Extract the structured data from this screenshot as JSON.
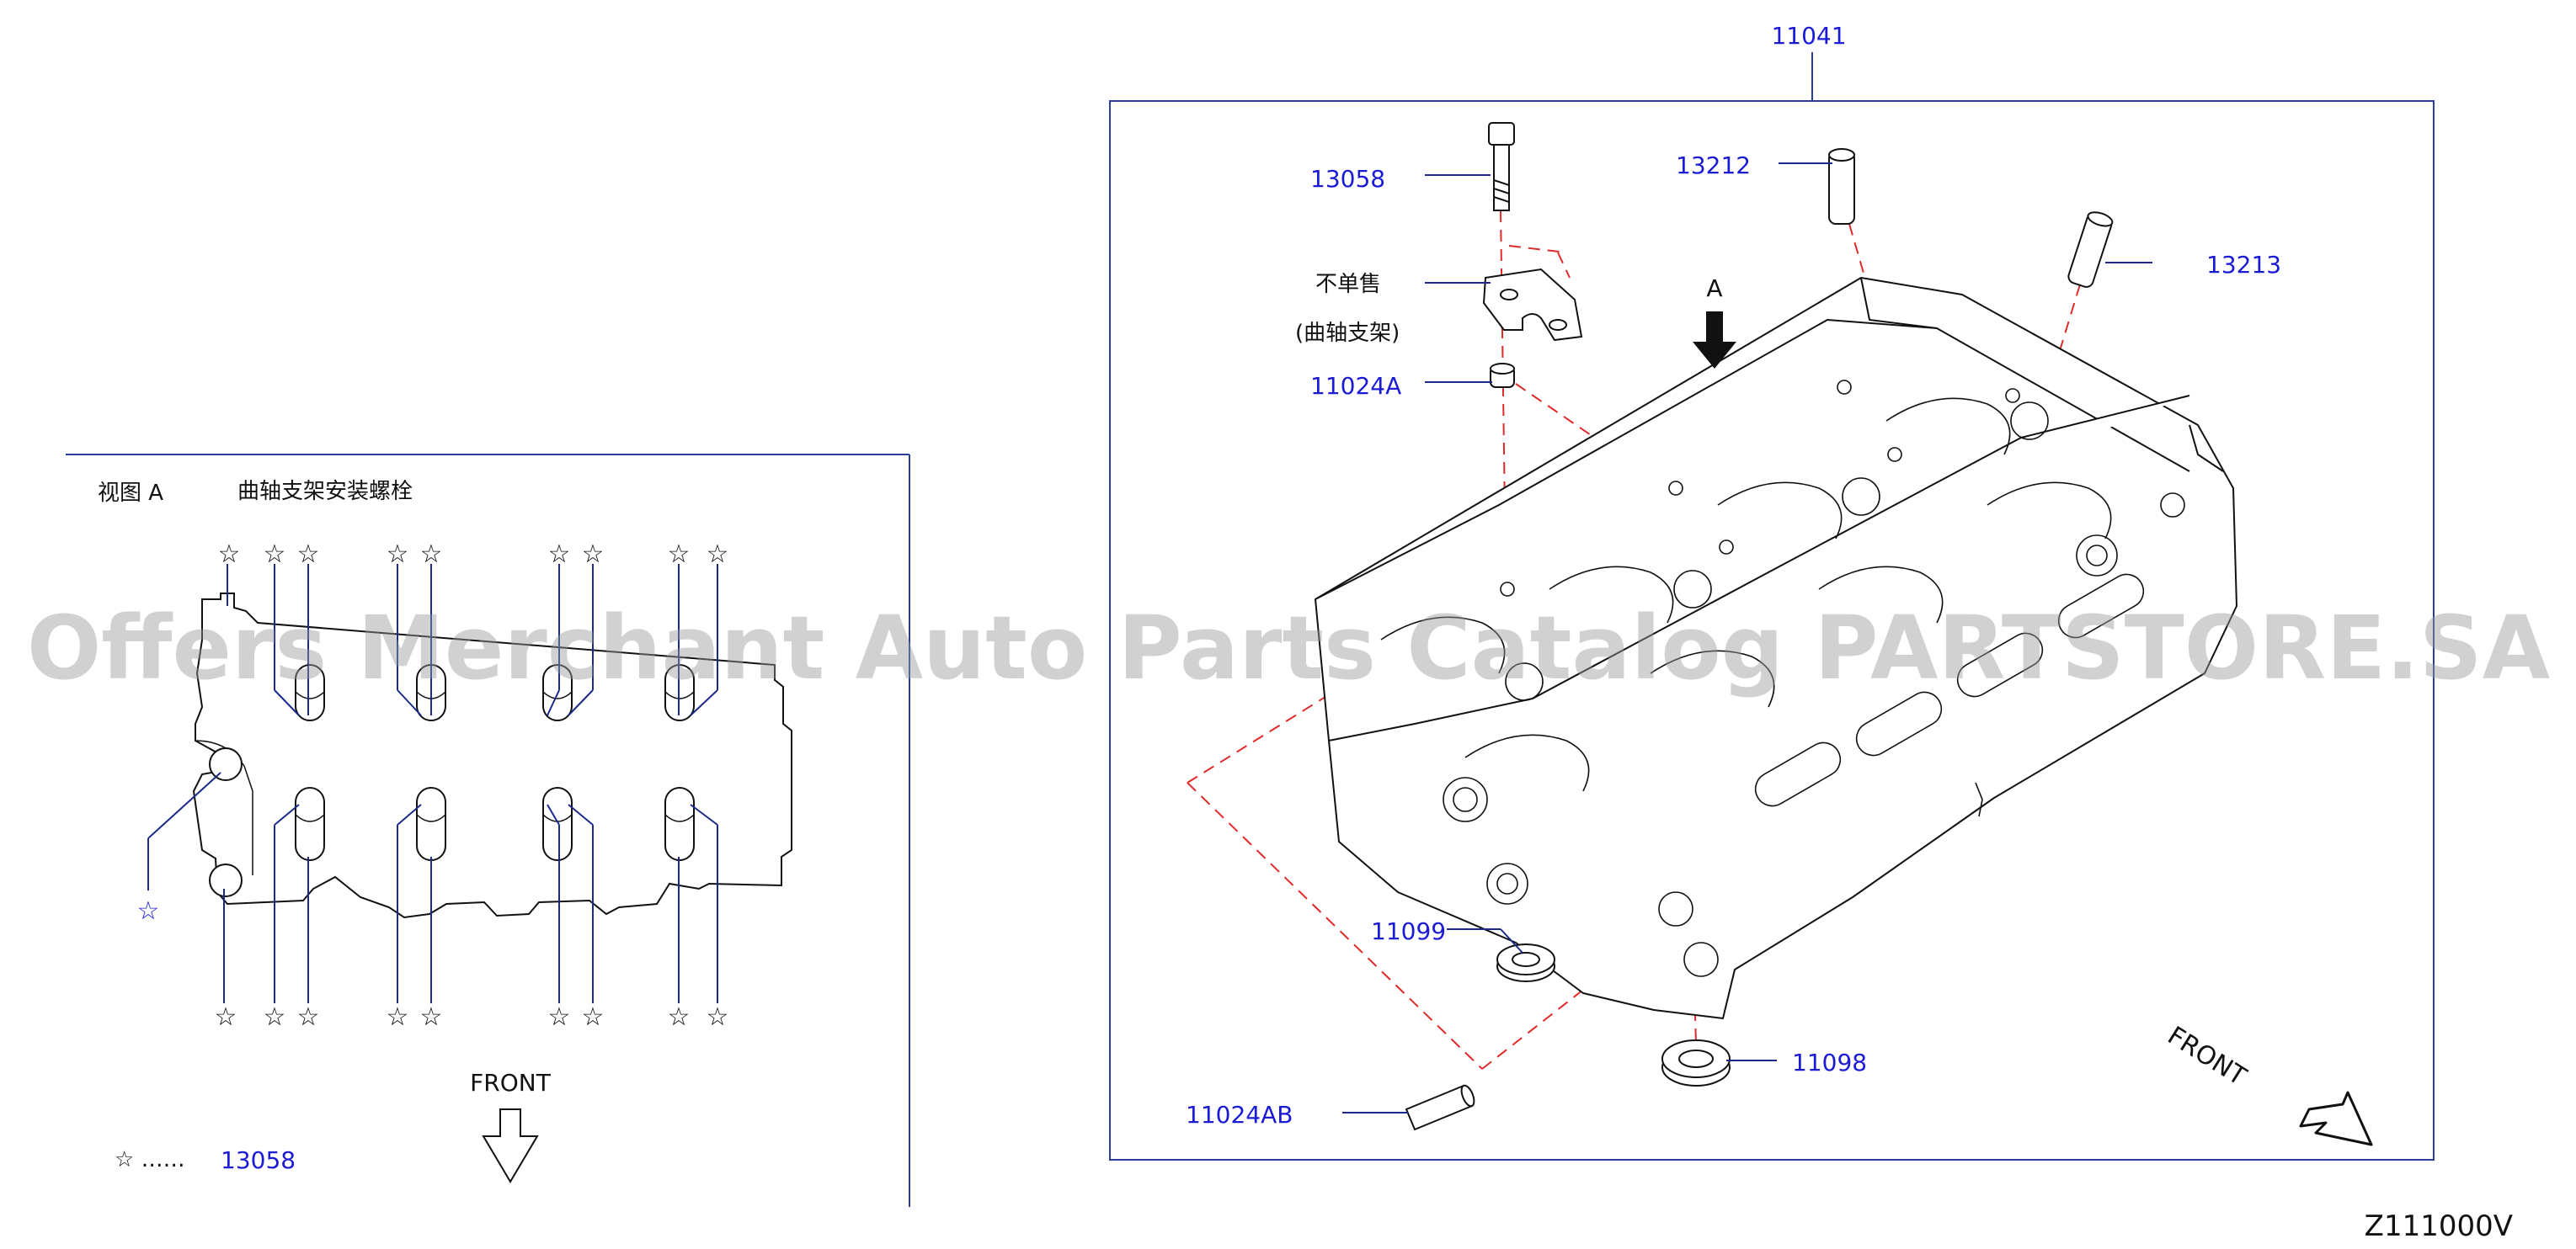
{
  "main_diagram": {
    "assembly_label": "11041",
    "callouts": [
      {
        "id": "13058",
        "label": "13058"
      },
      {
        "id": "13212",
        "label": "13212"
      },
      {
        "id": "13213",
        "label": "13213"
      },
      {
        "id": "11024A",
        "label": "11024A"
      },
      {
        "id": "11099",
        "label": "11099"
      },
      {
        "id": "11098",
        "label": "11098"
      },
      {
        "id": "11024AB",
        "label": "11024AB"
      }
    ],
    "not_sold_separately": "不单售",
    "crank_bracket_paren": "(曲轴支架)",
    "view_arrow_label": "A",
    "front_label": "FRONT"
  },
  "view_a": {
    "title": "视图 A",
    "subtitle": "曲轴支架安装螺栓",
    "star_symbol": "☆",
    "front_label": "FRONT",
    "legend_dots": "☆ ……",
    "legend_part": "13058"
  },
  "watermark": "Offers Merchant Auto Parts Catalog PARTSTORE.SA",
  "diagram_code": "Z111000V",
  "colors": {
    "link": "#1b1bd6",
    "line": "#1b2a8a",
    "dash": "#e02a2a",
    "frame": "#2a3f9a",
    "ink": "#111111"
  }
}
